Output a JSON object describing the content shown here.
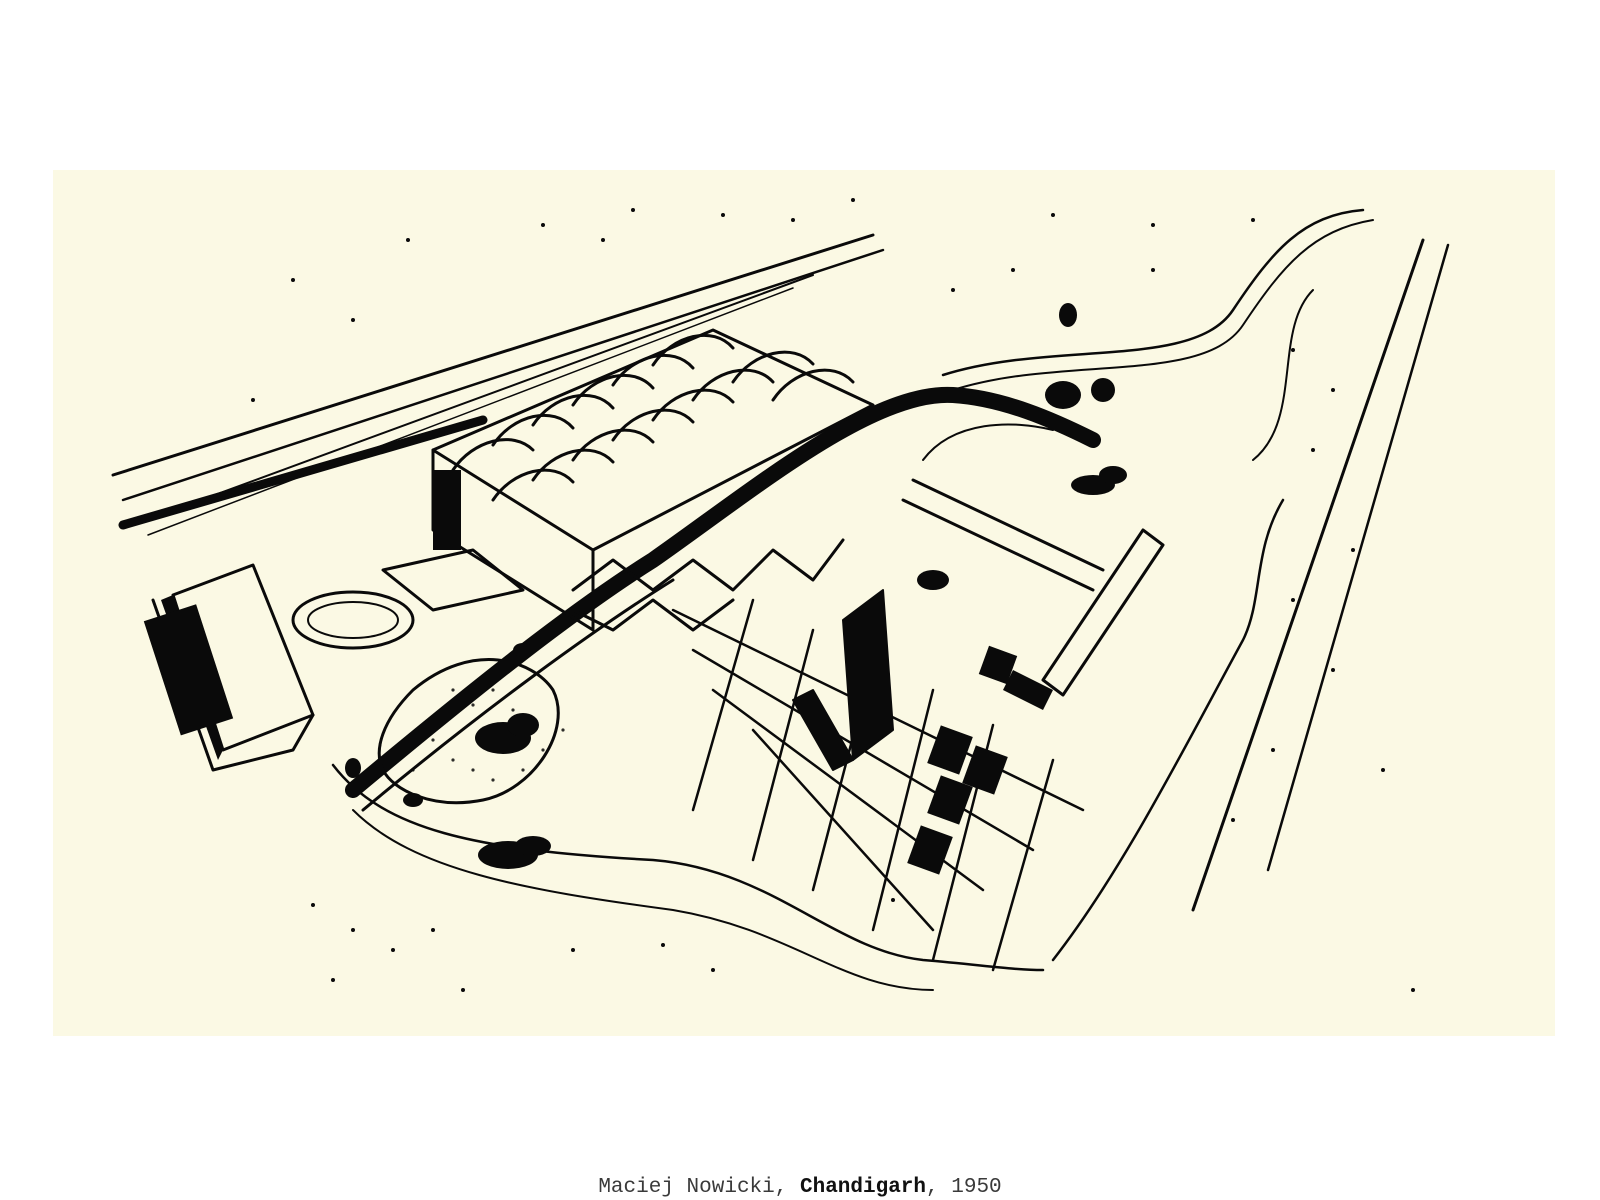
{
  "image": {
    "subject": "ink-drawing",
    "paper_color": "#fbf9e4",
    "ink_color": "#0a0a0a"
  },
  "caption": {
    "author": "Maciej Nowicki",
    "sep1": ", ",
    "title": "Chandigarh",
    "sep2": ", ",
    "year": "1950"
  }
}
